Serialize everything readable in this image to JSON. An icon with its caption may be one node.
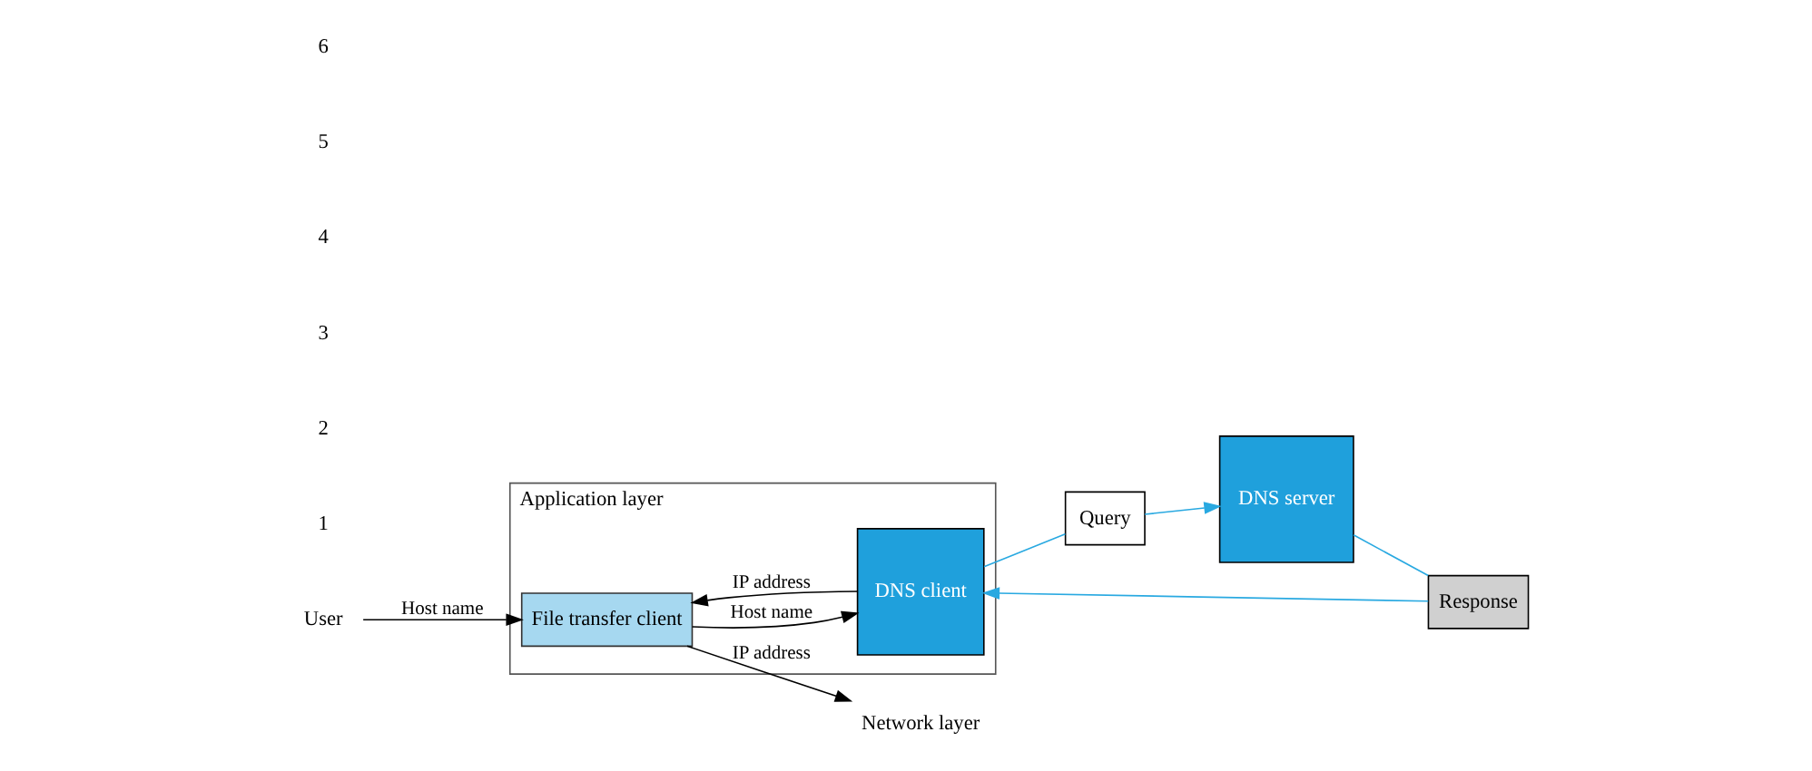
{
  "diagram": {
    "nodes": [
      {
        "text": [
          "User"
        ]
      },
      {
        "text": [
          "Application layer"
        ]
      },
      {
        "text": [
          "File transfer client"
        ],
        "in": 1
      },
      {
        "text": [
          "DNS client"
        ],
        "in": 1
      },
      {
        "text": [
          "Query"
        ]
      },
      {
        "text": [
          "Response"
        ]
      },
      {
        "text": [
          "DNS server"
        ]
      },
      {
        "text": [
          "Network layer"
        ]
      }
    ],
    "edges": [
      {
        "from": 0,
        "to": 2,
        "arrow": "to",
        "label": "Host name"
      },
      {
        "from": 2,
        "to": 3,
        "arrow": "to",
        "label": "Host name"
      },
      {
        "from": 3,
        "to": 4,
        "arrow": "none",
        "color": "#29a9e1"
      },
      {
        "from": 4,
        "to": 6,
        "arrow": "to",
        "color": "#29a9e1"
      },
      {
        "from": 6,
        "to": 5,
        "arrow": "none",
        "color": "#29a9e1"
      },
      {
        "from": 5,
        "to": 3,
        "arrow": "to",
        "color": "#29a9e1"
      },
      {
        "from": 3,
        "to": 2,
        "arrow": "to",
        "label": "IP address"
      },
      {
        "from": 2,
        "to": 7,
        "arrow": "to",
        "label": "IP address"
      }
    ],
    "labels": [
      "1",
      "2",
      "3",
      "4",
      "5",
      "6"
    ]
  }
}
